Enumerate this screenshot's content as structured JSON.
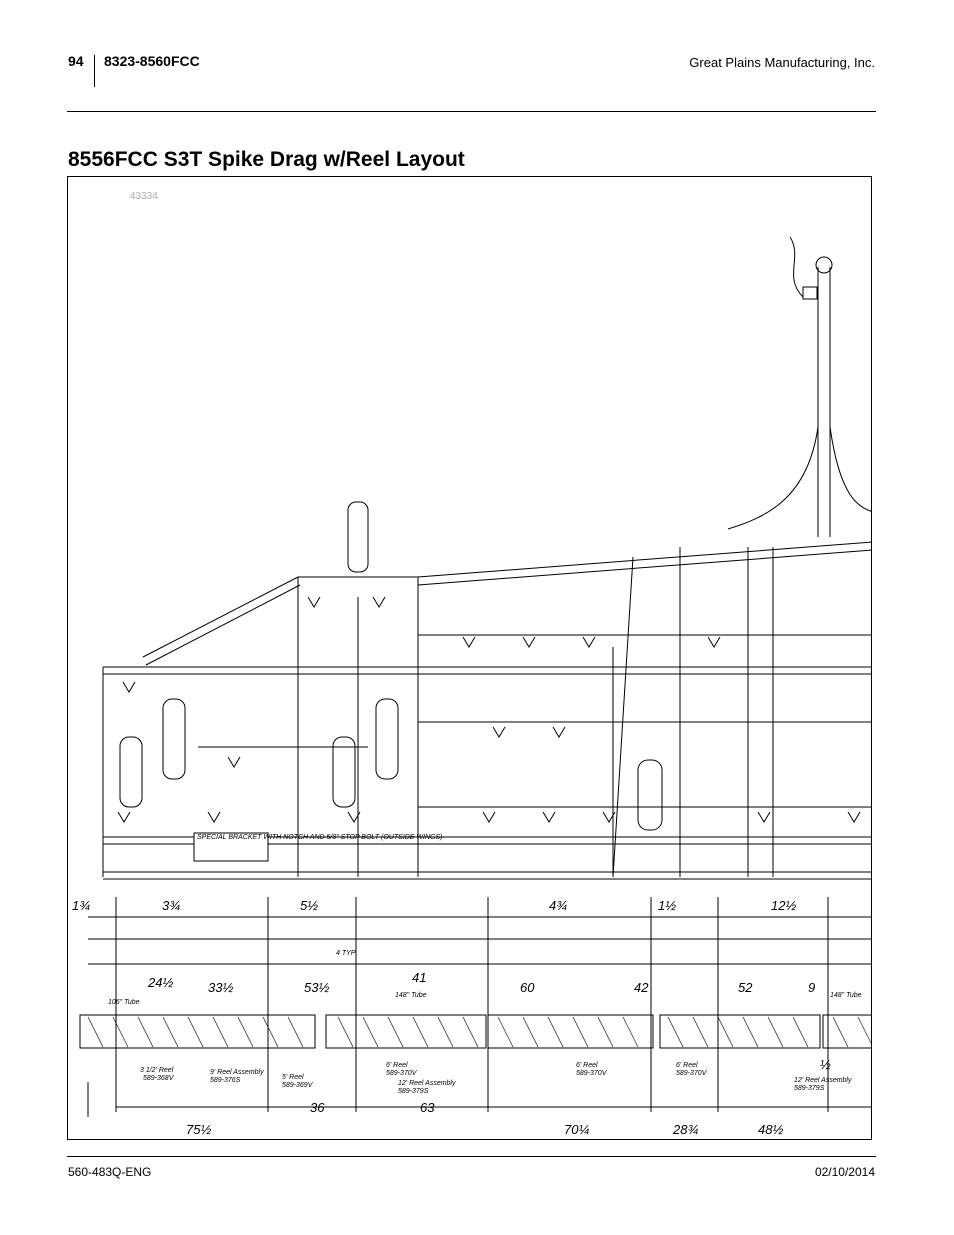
{
  "header": {
    "page_number": "94",
    "model": "8323-8560FCC",
    "company": "Great Plains Manufacturing, Inc."
  },
  "title": "8556FCC S3T Spike Drag w/Reel Layout",
  "figure": {
    "id": "43334",
    "note": "SPECIAL BRACKET WITH NOTCH AND 5/8\" STOP BOLT (OUTSIDE WINGS)",
    "typ_label": "4 TYP",
    "dims_upper": [
      "1¾",
      "3¾",
      "5½",
      "4¾",
      "1½",
      "12½"
    ],
    "dims_middle": [
      "24½",
      "33½",
      "53½",
      "41",
      "60",
      "42",
      "52",
      "9"
    ],
    "dims_bottom": [
      "75½",
      "36",
      "63",
      "70¼",
      "28¾",
      "48½"
    ],
    "tube_labels": [
      "106\" Tube",
      "148\" Tube",
      "148\" Tube"
    ],
    "reels": [
      {
        "size": "3 1/2' Reel",
        "part": "589-368V"
      },
      {
        "size": "9' Reel Assembly",
        "part": "589-376S"
      },
      {
        "size": "5' Reel",
        "part": "589-369V"
      },
      {
        "size": "6' Reel",
        "part": "589-370V"
      },
      {
        "size": "12' Reel Assembly",
        "part": "589-379S"
      },
      {
        "size": "6' Reel",
        "part": "589-370V"
      },
      {
        "size": "6' Reel",
        "part": "589-370V"
      },
      {
        "size": "12' Reel Assembly",
        "part": "589-379S"
      }
    ],
    "dim_half": "½"
  },
  "footer": {
    "doc_number": "560-483Q-ENG",
    "date": "02/10/2014"
  }
}
